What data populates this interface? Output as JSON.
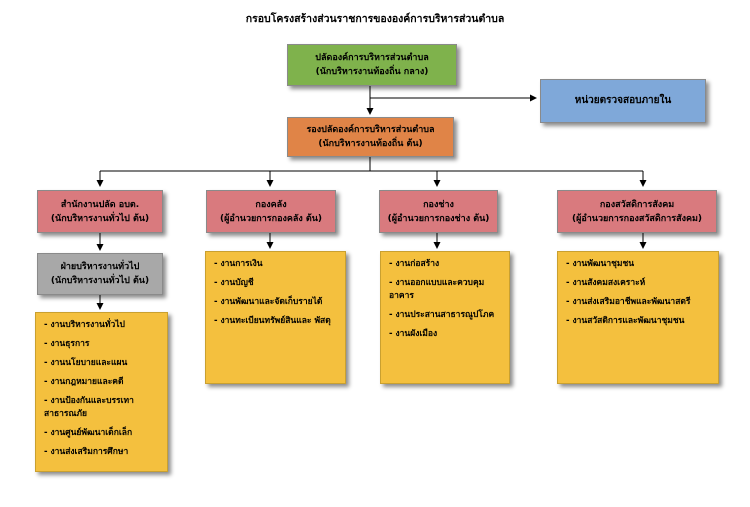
{
  "title": "กรอบโครงสร้างส่วนราชการขององค์การบริหารส่วนตำบล",
  "top": {
    "line1": "ปลัดองค์การบริหารส่วนตำบล",
    "line2": "(นักบริหารงานท้องถิ่น กลาง)",
    "color": "#7fb24c"
  },
  "audit": {
    "label": "หน่วยตรวจสอบภายใน",
    "color": "#7fa8d9"
  },
  "deputy": {
    "line1": "รองปลัดองค์การบริหารส่วนตำบล",
    "line2": "(นักบริหารงานท้องถิ่น ต้น)",
    "color": "#e08447"
  },
  "divisions": [
    {
      "line1": "สำนักงานปลัด อบต.",
      "line2": "(นักบริหารงานทั่วไป ต้น)",
      "sub": {
        "line1": "ฝ่ายบริหารงานทั่วไป",
        "line2": "(นักบริหารงานทั่วไป ต้น)"
      },
      "items": [
        "- งานบริหารงานทั่วไป",
        "- งานธุรการ",
        "- งานนโยบายและแผน",
        "- งานกฎหมายและคดี",
        "- งานป้องกันและบรรเทา สาธารณภัย",
        "- งานศูนย์พัฒนาเด็กเล็ก",
        "- งานส่งเสริมการศึกษา"
      ]
    },
    {
      "line1": "กองคลัง",
      "line2": "(ผู้อำนวยการกองคลัง ต้น)",
      "items": [
        "- งานการเงิน",
        "- งานบัญชี",
        "- งานพัฒนาและจัดเก็บรายได้",
        "- งานทะเบียนทรัพย์สินและ พัสดุ"
      ]
    },
    {
      "line1": "กองช่าง",
      "line2": "(ผู้อำนวยการกองช่าง ต้น)",
      "items": [
        "- งานก่อสร้าง",
        "- งานออกแบบและควบคุม อาคาร",
        "- งานประสานสาธารณูปโภค",
        "- งานผังเมือง"
      ]
    },
    {
      "line1": "กองสวัสดิการสังคม",
      "line2": "(ผู้อำนวยการกองสวัสดิการสังคม)",
      "items": [
        "- งานพัฒนาชุมชน",
        "- งานสังคมสงเคราะห์",
        "- งานส่งเสริมอาชีพและพัฒนาสตรี",
        "- งานสวัสดิการและพัฒนาชุมชน"
      ]
    }
  ],
  "colors": {
    "division": "#d97a7e",
    "subunit": "#a8a8a8",
    "duties": "#f4c03e"
  }
}
